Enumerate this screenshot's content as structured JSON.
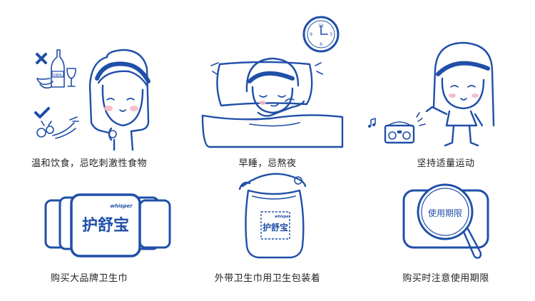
{
  "captions": {
    "diet": "温和饮食，忌吃刺激性食物",
    "sleep": "早睡，忌熬夜",
    "exercise": "坚持适量运动",
    "brand": "购买大品牌卫生巾",
    "bag": "外带卫生巾用卫生包装着",
    "expiry": "购买时注意使用期限"
  },
  "product": {
    "brand_name": "护舒宝",
    "brand_sub": "whisper",
    "bottle_label": "XNHL",
    "expiry_label": "使用期限"
  },
  "clock": {
    "n12": "12",
    "n3": "3",
    "n6": "6",
    "n9": "9"
  },
  "colors": {
    "line": "#1f4fa8",
    "cheek": "#f5b8c4",
    "text": "#222222"
  }
}
